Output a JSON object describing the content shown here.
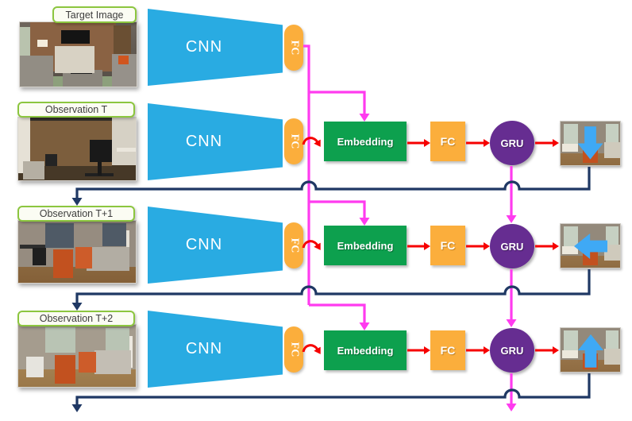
{
  "rows": [
    {
      "label": "Target Image",
      "cnn": "CNN",
      "fc": "FC"
    },
    {
      "label": "Observation T",
      "cnn": "CNN",
      "fc": "FC",
      "embedding": "Embedding",
      "fc_out": "FC",
      "gru": "GRU",
      "action": "down"
    },
    {
      "label": "Observation T+1",
      "cnn": "CNN",
      "fc": "FC",
      "embedding": "Embedding",
      "fc_out": "FC",
      "gru": "GRU",
      "action": "left"
    },
    {
      "label": "Observation T+2",
      "cnn": "CNN",
      "fc": "FC",
      "embedding": "Embedding",
      "fc_out": "FC",
      "gru": "GRU",
      "action": "up"
    }
  ],
  "colors": {
    "cnn_blue": "#29ABE2",
    "fc_orange": "#FBAE3C",
    "embedding_green": "#0DA04E",
    "gru_purple": "#662D91",
    "arrow_red": "#F60000",
    "target_magenta": "#FF3BEF",
    "recurrent_navy": "#1F3864",
    "label_border_green": "#8CC63F",
    "action_arrow_blue": "#3FA9F5"
  }
}
